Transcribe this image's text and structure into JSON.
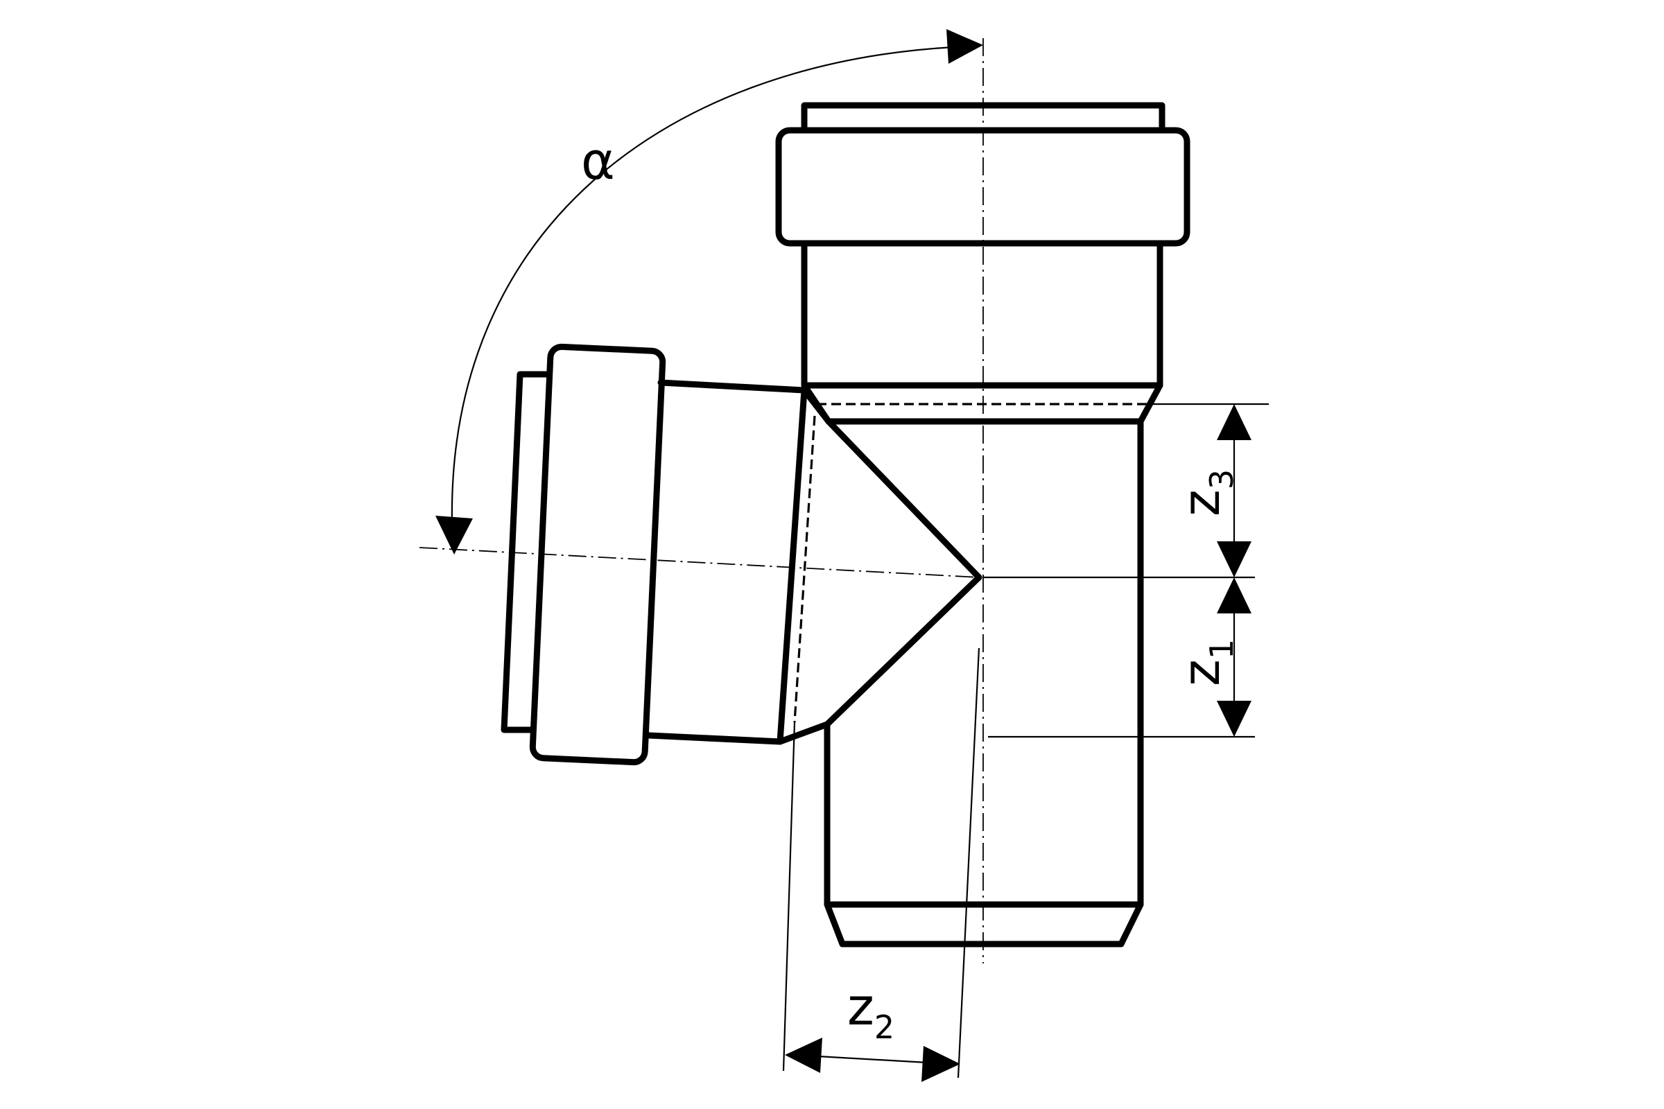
{
  "labels": {
    "alpha": "α",
    "z1": {
      "base": "z",
      "sub": "1"
    },
    "z2": {
      "base": "z",
      "sub": "2"
    },
    "z3": {
      "base": "z",
      "sub": "3"
    }
  }
}
